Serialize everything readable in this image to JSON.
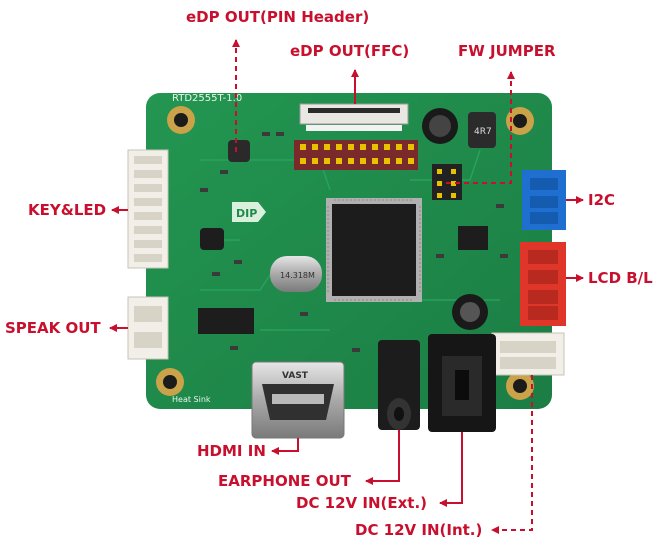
{
  "callouts": {
    "edp_pin_header": "eDP OUT(PIN Header)",
    "edp_ffc": "eDP OUT(FFC)",
    "fw_jumper": "FW JUMPER",
    "key_led": "KEY&LED",
    "i2c": "I2C",
    "lcd_bl": "LCD B/L",
    "speak_out": "SPEAK OUT",
    "hdmi_in": "HDMI IN",
    "earphone_out": "EARPHONE OUT",
    "dc_ext": "DC 12V IN(Ext.)",
    "dc_int": "DC 12V IN(Int.)"
  },
  "board": {
    "model": "RTD2555T-1.0",
    "dip_tag": "DIP",
    "hdmi_brand": "VAST",
    "heatsink_text": "Heat Sink",
    "cap_text": "4R7",
    "crystal_text": "14.318M"
  },
  "colors": {
    "label": "#c8102e",
    "pcb": "#1f8a4c",
    "i2c_connector": "#1f6fd0",
    "lcd_bl_connector": "#e0362a"
  }
}
